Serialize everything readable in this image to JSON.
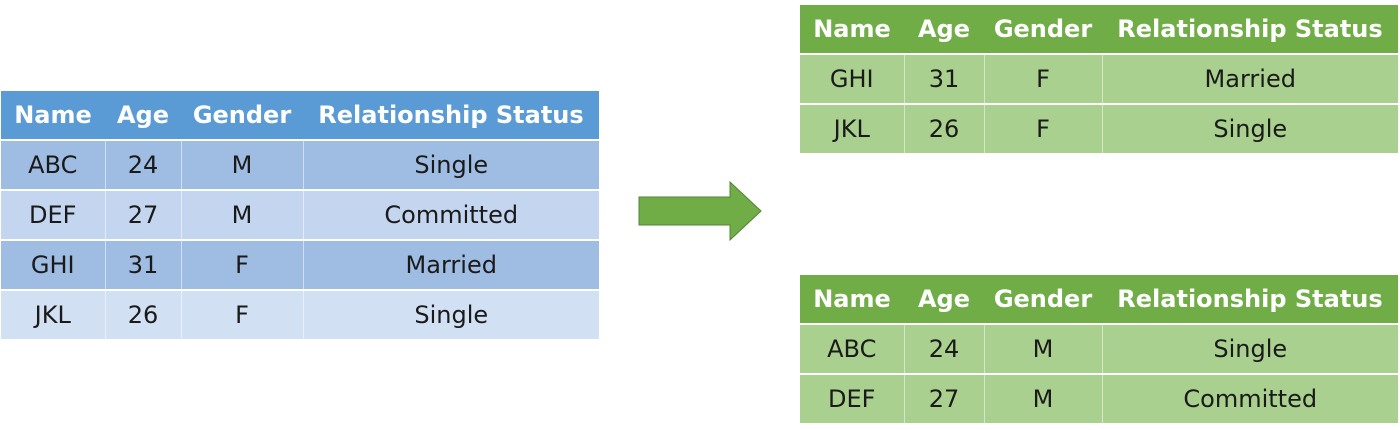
{
  "headers": [
    "Name",
    "Age",
    "Gender",
    "Relationship Status"
  ],
  "colors": {
    "source_header": "#5b9bd5",
    "source_row": "#a6c2e6",
    "result_header": "#70ad47",
    "result_row": "#a9d08e",
    "arrow": "#70ad47"
  },
  "source_table": {
    "rows": [
      [
        "ABC",
        "24",
        "M",
        "Single"
      ],
      [
        "DEF",
        "27",
        "M",
        "Committed"
      ],
      [
        "GHI",
        "31",
        "F",
        "Married"
      ],
      [
        "JKL",
        "26",
        "F",
        "Single"
      ]
    ]
  },
  "arrow_icon": "right-arrow-icon",
  "female_table": {
    "rows": [
      [
        "GHI",
        "31",
        "F",
        "Married"
      ],
      [
        "JKL",
        "26",
        "F",
        "Single"
      ]
    ]
  },
  "male_table": {
    "rows": [
      [
        "ABC",
        "24",
        "M",
        "Single"
      ],
      [
        "DEF",
        "27",
        "M",
        "Committed"
      ]
    ]
  }
}
